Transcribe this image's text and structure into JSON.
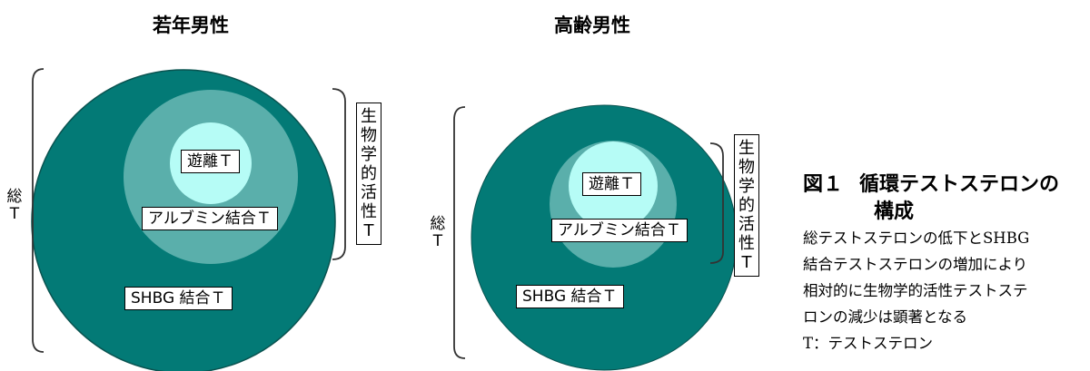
{
  "panels": {
    "young": {
      "title": "若年男性",
      "total_label": "総\nT",
      "bio_label": "生\n物\n学\n的\n活\n性\nT",
      "free_label": "遊離Ｔ",
      "albumin_label": "アルブミン結合Ｔ",
      "shbg_label": "SHBG 結合Ｔ"
    },
    "elderly": {
      "title": "高齢男性",
      "total_label": "総\nT",
      "bio_label": "生\n物\n学\n的\n活\n性\nT",
      "free_label": "遊離Ｔ",
      "albumin_label": "アルブミン結合Ｔ",
      "shbg_label": "SHBG 結合Ｔ"
    }
  },
  "colors": {
    "shbg": "#037a76",
    "albumin": "#5aafab",
    "free": "#b6fcf6",
    "outline": "#0a5350",
    "bracket": "#333333"
  },
  "caption": {
    "figure_number": "図１",
    "title_line1": "循環テストステロンの",
    "title_line2": "構成",
    "body": [
      "総テストステロンの低下とSHBG",
      "結合テストステロンの増加により",
      "相対的に生物学的活性テストステ",
      "ロンの減少は顕著となる",
      "T：テストステロン"
    ]
  }
}
